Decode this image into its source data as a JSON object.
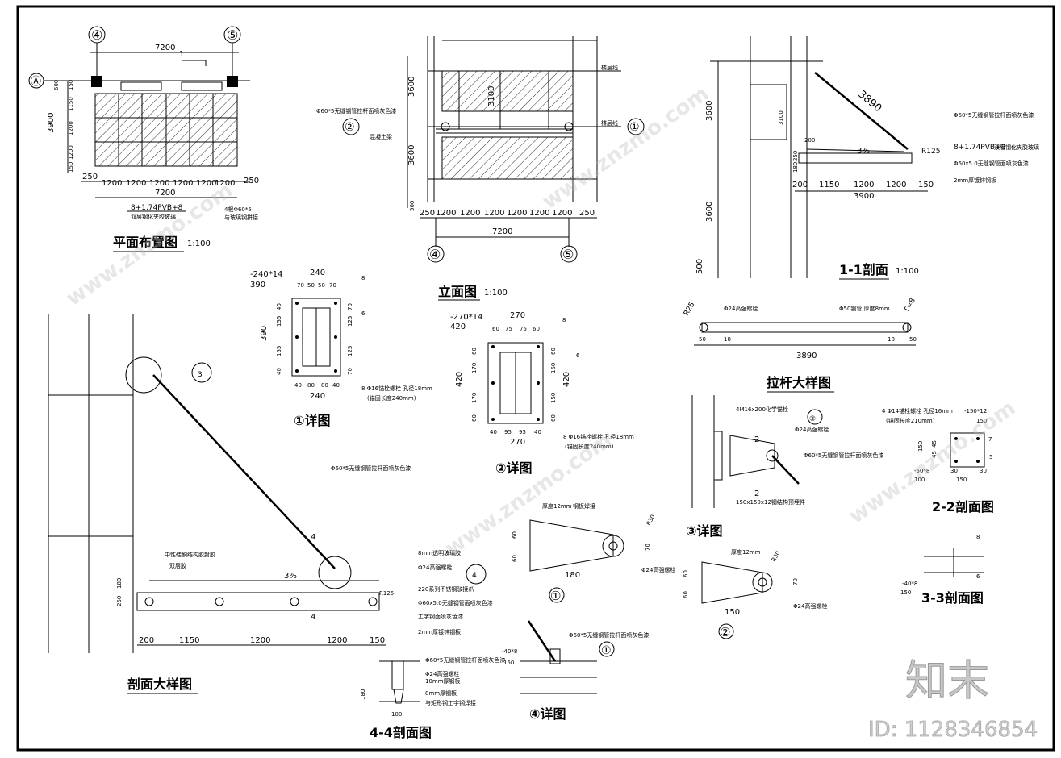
{
  "titles": {
    "plan": "平面布置图",
    "plan_scale": "1:100",
    "elev": "立面图",
    "elev_scale": "1:100",
    "sec11": "1-1剖面",
    "sec11_scale": "1:100",
    "detail1": "①详图",
    "detail2": "②详图",
    "rod": "拉杆大样图",
    "big_section": "剖面大样图",
    "detail3": "③详图",
    "sec22": "2-2剖面图",
    "sec33": "3-3剖面图",
    "sec44": "4-4剖面图",
    "detail4": "④详图",
    "plate1": "①",
    "plate2": "②"
  },
  "plan": {
    "axis_4": "④",
    "axis_5": "⑤",
    "axis_a": "Ⓐ",
    "total": "7200",
    "total_bottom": "7200",
    "depth": "3900",
    "side_dims": [
      "600",
      "150",
      "1150",
      "1200",
      "1200",
      "150"
    ],
    "bottom_dims": [
      "250",
      "1200",
      "1200",
      "1200",
      "1200",
      "1200",
      "1200",
      "250"
    ],
    "cut_1": "1",
    "note1": "8+1.74PVB+8",
    "note2": "双层钢化夹胶玻璃",
    "note3": "4根Φ60*5",
    "note4": "与玻璃钢拼接"
  },
  "elev": {
    "h1": "3600",
    "h2": "3600",
    "h3": "500",
    "mid": "3100",
    "bottom_dims": [
      "250",
      "1200",
      "1200",
      "1200",
      "1200",
      "1200",
      "1200",
      "250"
    ],
    "total": "7200",
    "axis_4": "④",
    "axis_5": "⑤",
    "axis_1": "①",
    "axis_2": "②",
    "note_rod": "Φ60*5无缝钢管拉杆面喷灰色漆",
    "note_beam": "混凝土梁",
    "note_top": "楼层线",
    "note_floor": "楼层线"
  },
  "sec11": {
    "rod_len": "3890",
    "h1": "3600",
    "h2": "3600",
    "h3": "500",
    "mid": "3100",
    "slope": "3%",
    "r": "R125",
    "dims": [
      "200",
      "1150",
      "1200",
      "1200",
      "150"
    ],
    "total": "3900",
    "small": [
      "200",
      "250",
      "180"
    ],
    "note1": "Φ60*5无缝钢管拉杆面喷灰色漆",
    "note2": "8+1.74PVB+8",
    "note2b": "双层钢化夹胶玻璃",
    "note3": "Φ60x5.0无缝钢管面喷灰色漆",
    "note4": "2mm厚镀锌钢板"
  },
  "d1": {
    "plate": "-240*14",
    "w": "240",
    "w2": "390",
    "top_dims": [
      "70",
      "50",
      "50",
      "70"
    ],
    "left": [
      "40",
      "155",
      "155",
      "40"
    ],
    "right": [
      "70",
      "125",
      "125",
      "70"
    ],
    "h": "390",
    "bottom": [
      "40",
      "80",
      "80",
      "40"
    ],
    "bw": "240",
    "anchor": "8 Φ16锚栓螺栓 孔径18mm",
    "anchor2": "(锚固长度240mm)",
    "ref8": "8",
    "ref6": "6"
  },
  "d2": {
    "plate": "-270*14",
    "w": "270",
    "w2": "420",
    "top_dims": [
      "60",
      "75",
      "75",
      "60"
    ],
    "left": [
      "60",
      "170",
      "170",
      "60"
    ],
    "right": [
      "60",
      "150",
      "150",
      "60"
    ],
    "h": "420",
    "bottom": [
      "40",
      "95",
      "95",
      "40"
    ],
    "bw": "270",
    "anchor": "8 Φ16锚栓螺栓 孔径18mm",
    "anchor2": "(锚固长度240mm)",
    "ref8": "8",
    "ref6": "6"
  },
  "rod": {
    "r25": "R25",
    "t": "T=8",
    "bolt": "Φ24高强螺栓",
    "pipe": "Φ50钢管 厚度8mm",
    "dims": [
      "50",
      "18",
      "18",
      "50"
    ],
    "total": "3890"
  },
  "big": {
    "ref3": "3",
    "rod": "Φ60*5无缝钢管拉杆面喷灰色漆",
    "n1": "中性硅酮结构胶封胶",
    "n2": "双层胶",
    "n3": "8mm透明玻璃胶",
    "n4": "Φ24高强螺栓",
    "n5": "220系列不锈钢驳接爪",
    "n6": "Φ60x5.0无缝钢管面喷灰色漆",
    "n7": "工字钢面喷灰色漆",
    "n8": "2mm厚镀锌钢板",
    "slope": "3%",
    "r": "R125",
    "dims": [
      "200",
      "1150",
      "1200",
      "1200",
      "150"
    ],
    "left": [
      "250",
      "180"
    ],
    "cut4": "4",
    "ref4": "4"
  },
  "d3": {
    "n1": "4M16x200化学锚栓",
    "n2": "Φ24高强螺栓",
    "n3": "Φ60*5无缝钢管拉杆面喷灰色漆",
    "n4": "150x150x12钢结构预埋件",
    "cut2": "2",
    "ref2": "②"
  },
  "plates": {
    "p1_t": "厚度12mm",
    "p1_w": "180",
    "p1_r": "R30",
    "p1_h": [
      "60",
      "60"
    ],
    "p1_70": "70",
    "p1_bolt": "Φ24高强螺栓",
    "p1_extra": "钢板焊接",
    "p2_t": "厚度12mm",
    "p2_w": "150",
    "p2_r": "R30",
    "p2_h": [
      "60",
      "60"
    ],
    "p2_70": "70",
    "p2_bolt": "Φ24高强螺栓"
  },
  "s22": {
    "note": "4 Φ14锚栓螺栓 孔径16mm",
    "note2": "(锚固长度210mm)",
    "plate": "-150*12",
    "plate_w": "150",
    "h": "150",
    "inner": [
      "45",
      "45"
    ],
    "bot": "-50*8",
    "bw": "100",
    "d": [
      "30",
      "30"
    ],
    "ref7": "7",
    "ref5": "5"
  },
  "s33": {
    "plate": "-40*8",
    "w": "150",
    "ref8": "8",
    "ref6": "6"
  },
  "s44": {
    "n1": "Φ60*5无缝钢管拉杆面喷灰色漆",
    "n2": "Φ24高强螺栓",
    "n3": "10mm厚钢板",
    "n4": "8mm厚钢板",
    "n5": "与矩形钢工字钢焊接",
    "h": "180",
    "w": "100"
  },
  "d4": {
    "n1": "Φ60*5无缝钢管拉杆面喷灰色漆",
    "plate": "-40*8",
    "w": "150",
    "ref": "①"
  },
  "brand": {
    "logo": "知末",
    "id": "ID: 1128346854"
  }
}
